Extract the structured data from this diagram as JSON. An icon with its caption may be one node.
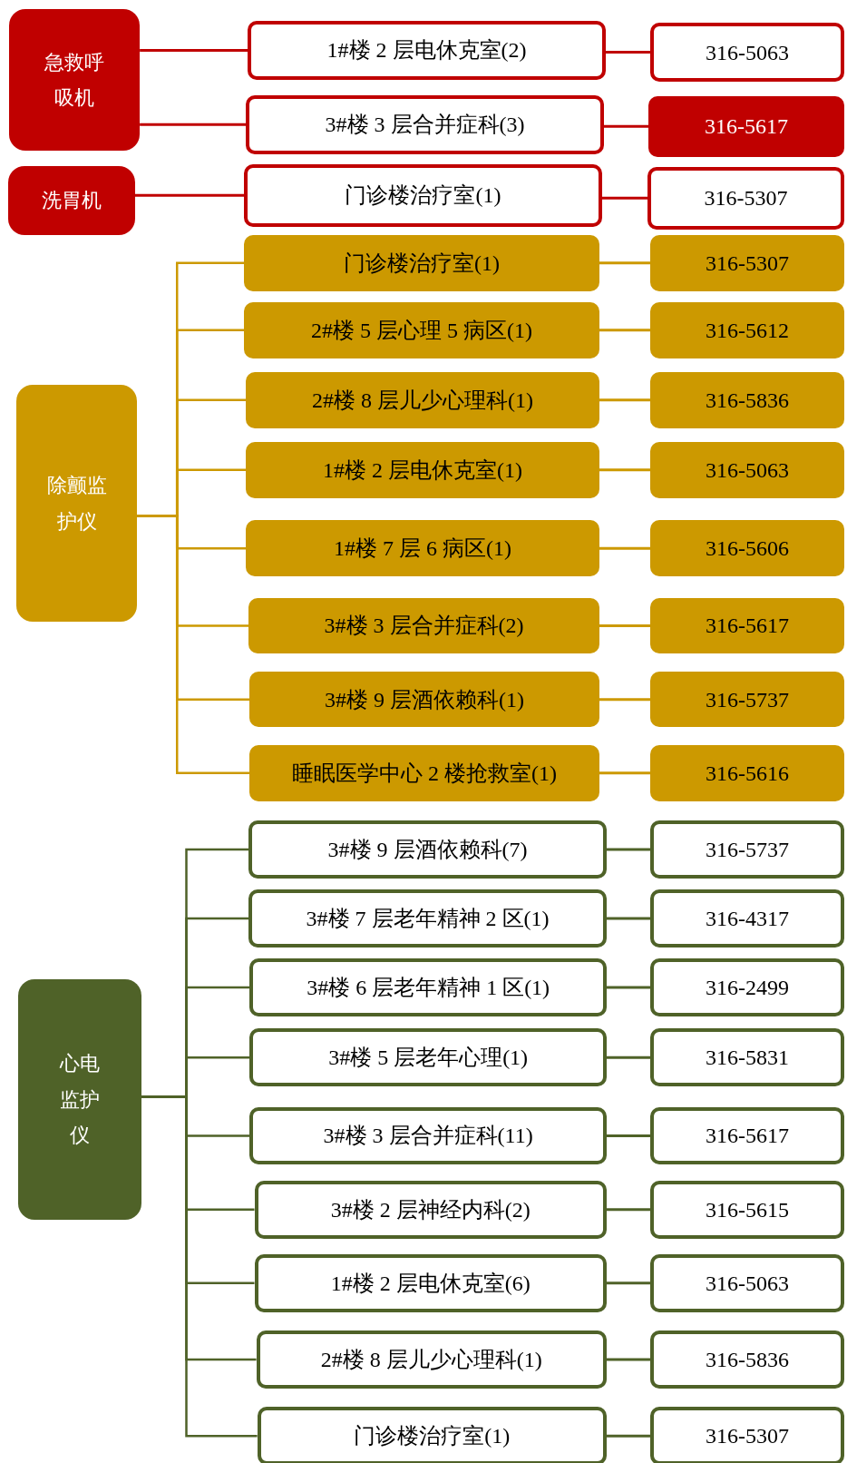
{
  "diagram": {
    "nodes": [
      {
        "text": [
          "急救呼吸机"
        ]
      },
      {
        "text": [
          "1#楼 2 层电休克室(2)"
        ]
      },
      {
        "text": [
          "316-5063"
        ]
      },
      {
        "text": [
          "3#楼 3 层合并症科(3)"
        ]
      },
      {
        "text": [
          "316-5617"
        ]
      },
      {
        "text": [
          "洗胃机"
        ]
      },
      {
        "text": [
          "门诊楼治疗室(1)"
        ]
      },
      {
        "text": [
          "316-5307"
        ]
      },
      {
        "text": [
          "除颤监护仪"
        ]
      },
      {
        "text": [
          "门诊楼治疗室(1)"
        ]
      },
      {
        "text": [
          "316-5307"
        ]
      },
      {
        "text": [
          "2#楼 5 层心理 5 病区(1)"
        ]
      },
      {
        "text": [
          "316-5612"
        ]
      },
      {
        "text": [
          "2#楼 8 层儿少心理科(1)"
        ]
      },
      {
        "text": [
          "316-5836"
        ]
      },
      {
        "text": [
          "1#楼 2 层电休克室(1)"
        ]
      },
      {
        "text": [
          "316-5063"
        ]
      },
      {
        "text": [
          "1#楼 7 层 6 病区(1)"
        ]
      },
      {
        "text": [
          "316-5606"
        ]
      },
      {
        "text": [
          "3#楼 3 层合并症科(2)"
        ]
      },
      {
        "text": [
          "316-5617"
        ]
      },
      {
        "text": [
          "3#楼 9 层酒依赖科(1)"
        ]
      },
      {
        "text": [
          "316-5737"
        ]
      },
      {
        "text": [
          "睡眠医学中心 2 楼抢救室(1)"
        ]
      },
      {
        "text": [
          "316-5616"
        ]
      },
      {
        "text": [
          "心电监护仪"
        ]
      },
      {
        "text": [
          "3#楼 9 层酒依赖科(7)"
        ]
      },
      {
        "text": [
          "316-5737"
        ]
      },
      {
        "text": [
          "3#楼 7 层老年精神 2 区(1)"
        ]
      },
      {
        "text": [
          "316-4317"
        ]
      },
      {
        "text": [
          "3#楼 6 层老年精神 1 区(1)"
        ]
      },
      {
        "text": [
          "316-2499"
        ]
      },
      {
        "text": [
          "3#楼 5 层老年心理(1)"
        ]
      },
      {
        "text": [
          "316-5831"
        ]
      },
      {
        "text": [
          "3#楼 3 层合并症科(11)"
        ]
      },
      {
        "text": [
          "316-5617"
        ]
      },
      {
        "text": [
          "3#楼 2 层神经内科(2)"
        ]
      },
      {
        "text": [
          "316-5615"
        ]
      },
      {
        "text": [
          "1#楼 2 层电休克室(6)"
        ]
      },
      {
        "text": [
          "316-5063"
        ]
      },
      {
        "text": [
          "2#楼 8 层儿少心理科(1)"
        ]
      },
      {
        "text": [
          "316-5836"
        ]
      },
      {
        "text": [
          "门诊楼治疗室(1)"
        ]
      },
      {
        "text": [
          "316-5307"
        ]
      }
    ],
    "edges": [
      {
        "from": 0,
        "to": 1,
        "arrow": "none",
        "color": "#c00000"
      },
      {
        "from": 1,
        "to": 2,
        "arrow": "none",
        "color": "#c00000"
      },
      {
        "from": 0,
        "to": 3,
        "arrow": "none",
        "color": "#c00000"
      },
      {
        "from": 3,
        "to": 4,
        "arrow": "none",
        "color": "#c00000"
      },
      {
        "from": 5,
        "to": 6,
        "arrow": "none",
        "color": "#c00000"
      },
      {
        "from": 6,
        "to": 7,
        "arrow": "none",
        "color": "#c00000"
      },
      {
        "from": 8,
        "to": 9,
        "arrow": "none",
        "color": "#cc9900"
      },
      {
        "from": 9,
        "to": 10,
        "arrow": "none",
        "color": "#cc9900"
      },
      {
        "from": 8,
        "to": 11,
        "arrow": "none",
        "color": "#cc9900"
      },
      {
        "from": 11,
        "to": 12,
        "arrow": "none",
        "color": "#cc9900"
      },
      {
        "from": 8,
        "to": 13,
        "arrow": "none",
        "color": "#cc9900"
      },
      {
        "from": 13,
        "to": 14,
        "arrow": "none",
        "color": "#cc9900"
      },
      {
        "from": 8,
        "to": 15,
        "arrow": "none",
        "color": "#cc9900"
      },
      {
        "from": 15,
        "to": 16,
        "arrow": "none",
        "color": "#cc9900"
      },
      {
        "from": 8,
        "to": 17,
        "arrow": "none",
        "color": "#cc9900"
      },
      {
        "from": 17,
        "to": 18,
        "arrow": "none",
        "color": "#cc9900"
      },
      {
        "from": 8,
        "to": 19,
        "arrow": "none",
        "color": "#cc9900"
      },
      {
        "from": 19,
        "to": 20,
        "arrow": "none",
        "color": "#cc9900"
      },
      {
        "from": 8,
        "to": 21,
        "arrow": "none",
        "color": "#cc9900"
      },
      {
        "from": 21,
        "to": 22,
        "arrow": "none",
        "color": "#cc9900"
      },
      {
        "from": 8,
        "to": 23,
        "arrow": "none",
        "color": "#cc9900"
      },
      {
        "from": 23,
        "to": 24,
        "arrow": "none",
        "color": "#cc9900"
      },
      {
        "from": 25,
        "to": 26,
        "arrow": "none"
      },
      {
        "from": 26,
        "to": 27,
        "arrow": "none"
      },
      {
        "from": 25,
        "to": 28,
        "arrow": "none"
      },
      {
        "from": 28,
        "to": 29,
        "arrow": "none"
      },
      {
        "from": 25,
        "to": 30,
        "arrow": "none"
      },
      {
        "from": 30,
        "to": 31,
        "arrow": "none"
      },
      {
        "from": 25,
        "to": 32,
        "arrow": "none"
      },
      {
        "from": 32,
        "to": 33,
        "arrow": "none"
      },
      {
        "from": 25,
        "to": 34,
        "arrow": "none"
      },
      {
        "from": 34,
        "to": 35,
        "arrow": "none"
      },
      {
        "from": 25,
        "to": 36,
        "arrow": "none"
      },
      {
        "from": 36,
        "to": 37,
        "arrow": "none"
      },
      {
        "from": 25,
        "to": 38,
        "arrow": "none"
      },
      {
        "from": 38,
        "to": 39,
        "arrow": "none"
      },
      {
        "from": 25,
        "to": 40,
        "arrow": "none"
      },
      {
        "from": 40,
        "to": 41,
        "arrow": "none"
      },
      {
        "from": 25,
        "to": 42,
        "arrow": "none"
      },
      {
        "from": 42,
        "to": 43,
        "arrow": "none"
      }
    ]
  }
}
